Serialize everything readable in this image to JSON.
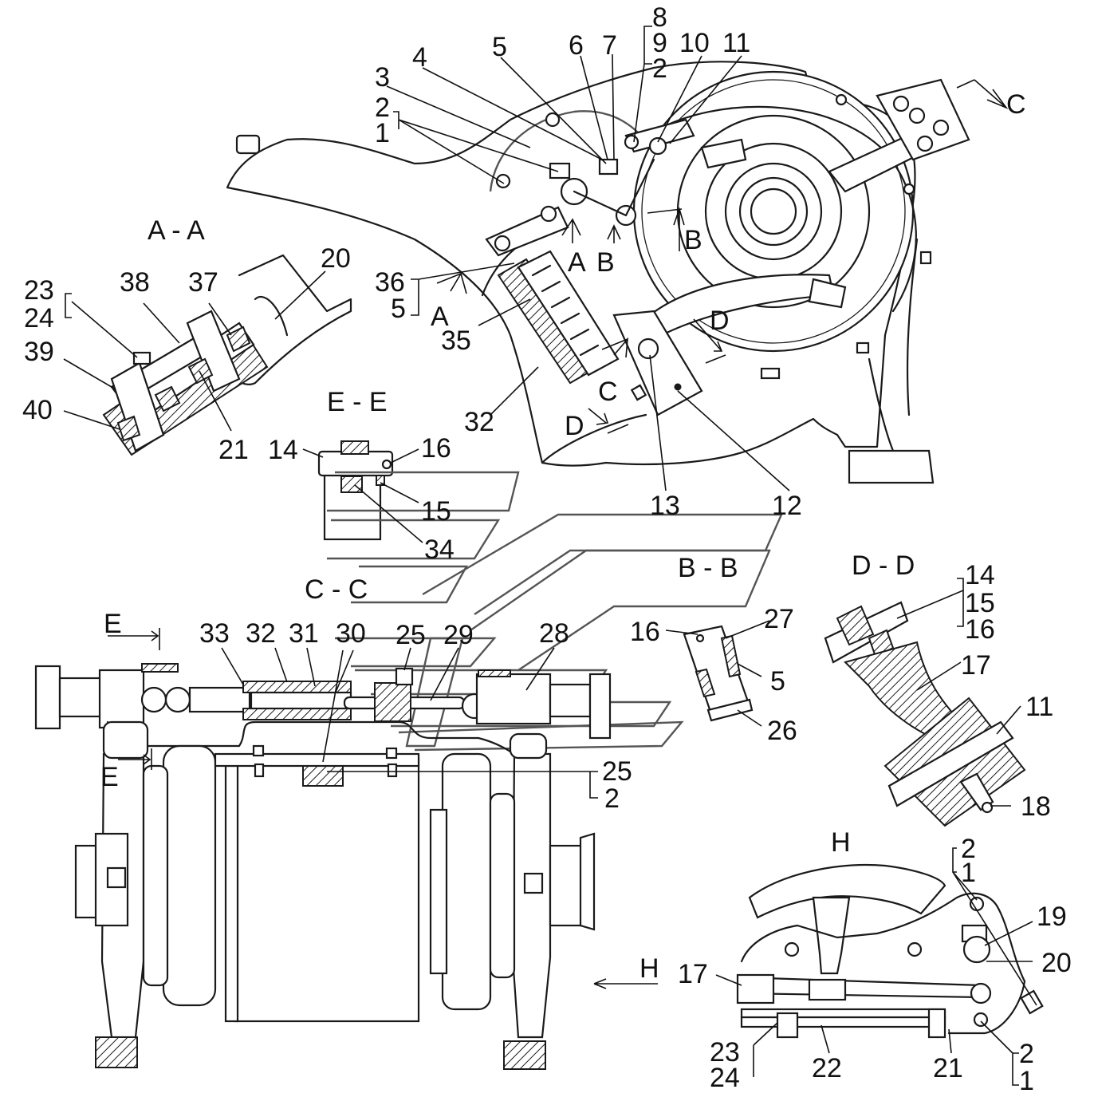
{
  "sections": {
    "aa": "A - A",
    "bb": "B - B",
    "cc": "C - C",
    "dd": "D - D",
    "ee": "E - E",
    "h": "H"
  },
  "cut_marks": {
    "a1": "A",
    "a2": "A",
    "b1": "B",
    "b2": "B",
    "c1": "C",
    "c2": "C",
    "d1": "D",
    "d2": "D",
    "e1": "E",
    "e2": "E",
    "h": "H"
  },
  "callouts": {
    "main": {
      "n8": "8",
      "n9": "9",
      "n2a": "2",
      "n4": "4",
      "n5": "5",
      "n6": "6",
      "n7": "7",
      "n10": "10",
      "n11": "11",
      "n3": "3",
      "n2b": "2",
      "n1": "1",
      "n36": "36",
      "n5b": "5",
      "n35": "35",
      "n32": "32",
      "n13": "13",
      "n12": "12"
    },
    "aa": {
      "n20": "20",
      "n23": "23",
      "n24": "24",
      "n38": "38",
      "n37": "37",
      "n39": "39",
      "n40": "40",
      "n21": "21"
    },
    "ee": {
      "n14": "14",
      "n16": "16",
      "n15": "15",
      "n34": "34"
    },
    "cc": {
      "n33": "33",
      "n32": "32",
      "n31": "31",
      "n30": "30",
      "n25": "25",
      "n29": "29",
      "n28": "28",
      "n25b": "25",
      "n2": "2"
    },
    "bb": {
      "n16": "16",
      "n27": "27",
      "n5": "5",
      "n26": "26"
    },
    "dd": {
      "n14": "14",
      "n15": "15",
      "n16": "16",
      "n17": "17",
      "n11": "11",
      "n18": "18"
    },
    "h": {
      "n2a": "2",
      "n1a": "1",
      "n19": "19",
      "n20": "20",
      "n17": "17",
      "n23": "23",
      "n24": "24",
      "n22": "22",
      "n21": "21",
      "n2b": "2",
      "n1b": "1"
    }
  }
}
